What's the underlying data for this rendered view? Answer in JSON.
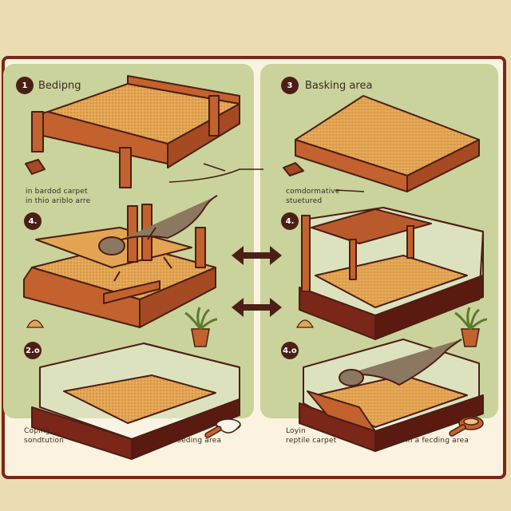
{
  "step1": {
    "number": "1",
    "title": "Bedipng",
    "caption": [
      "in bardod carpet",
      "in thio ariblo arre"
    ]
  },
  "step3": {
    "number": "3",
    "title": "Basking area",
    "caption": [
      "comdormative",
      "stuetured"
    ]
  },
  "step4a": {
    "number": "4."
  },
  "step4b": {
    "number": "4."
  },
  "step2": {
    "number": "2.o",
    "caption": [
      "Coping",
      "sondtution"
    ],
    "feeding": "foeding area"
  },
  "step4c": {
    "number": "4.o",
    "caption": [
      "Loyin",
      "reptile carpet"
    ],
    "feeding": "in a fecding area"
  },
  "colors": {
    "frame": "#7a2618",
    "panel": "#c9d39b",
    "wood": "#c3622e",
    "carpet": "#e0a050",
    "lizard": "#8c7860"
  },
  "icons": [
    "double-arrow-icon",
    "plant-icon",
    "lizard-icon",
    "food-bowl-icon"
  ]
}
